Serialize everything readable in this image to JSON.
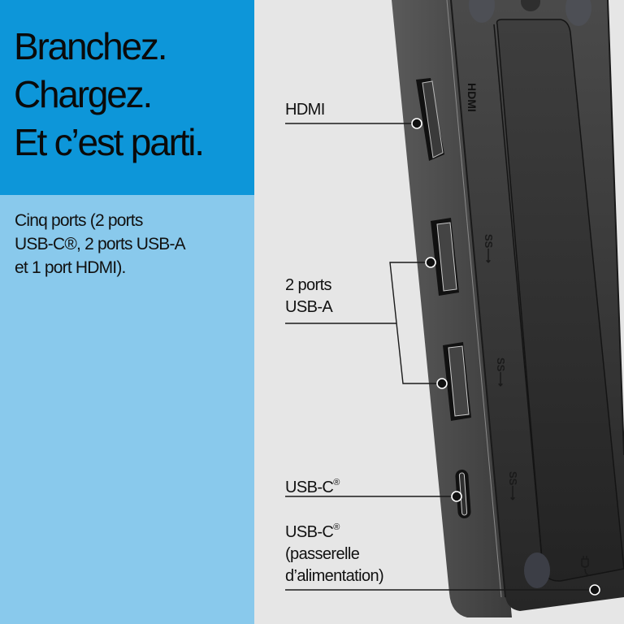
{
  "hero": {
    "headline_lines": [
      "Branchez.",
      "Chargez.",
      "Et c’est parti."
    ],
    "subtext_lines": [
      "Cinq ports (2 ports",
      "USB-C®, 2 ports USB-A",
      "et 1 port HDMI)."
    ]
  },
  "callouts": {
    "hdmi": {
      "label": "HDMI"
    },
    "usb_a": {
      "label_lines": [
        "2 ports",
        "USB-A"
      ]
    },
    "usb_c": {
      "label": "USB-C",
      "reg": "®"
    },
    "usb_c_power": {
      "label": "USB-C",
      "reg": "®",
      "lines": [
        "(passerelle",
        "d’alimentation)"
      ]
    }
  },
  "device": {
    "side_marking": "HDMI",
    "port_icons": [
      "usb-ss-icon",
      "usb-ss-icon",
      "usb-ss-icon"
    ],
    "power_icon": "plug-icon"
  },
  "colors": {
    "headline_bg": "#0d96d9",
    "subtext_bg": "#89c9ec",
    "page_bg": "#e6e6e6",
    "device_body": "#3a3a3a"
  }
}
